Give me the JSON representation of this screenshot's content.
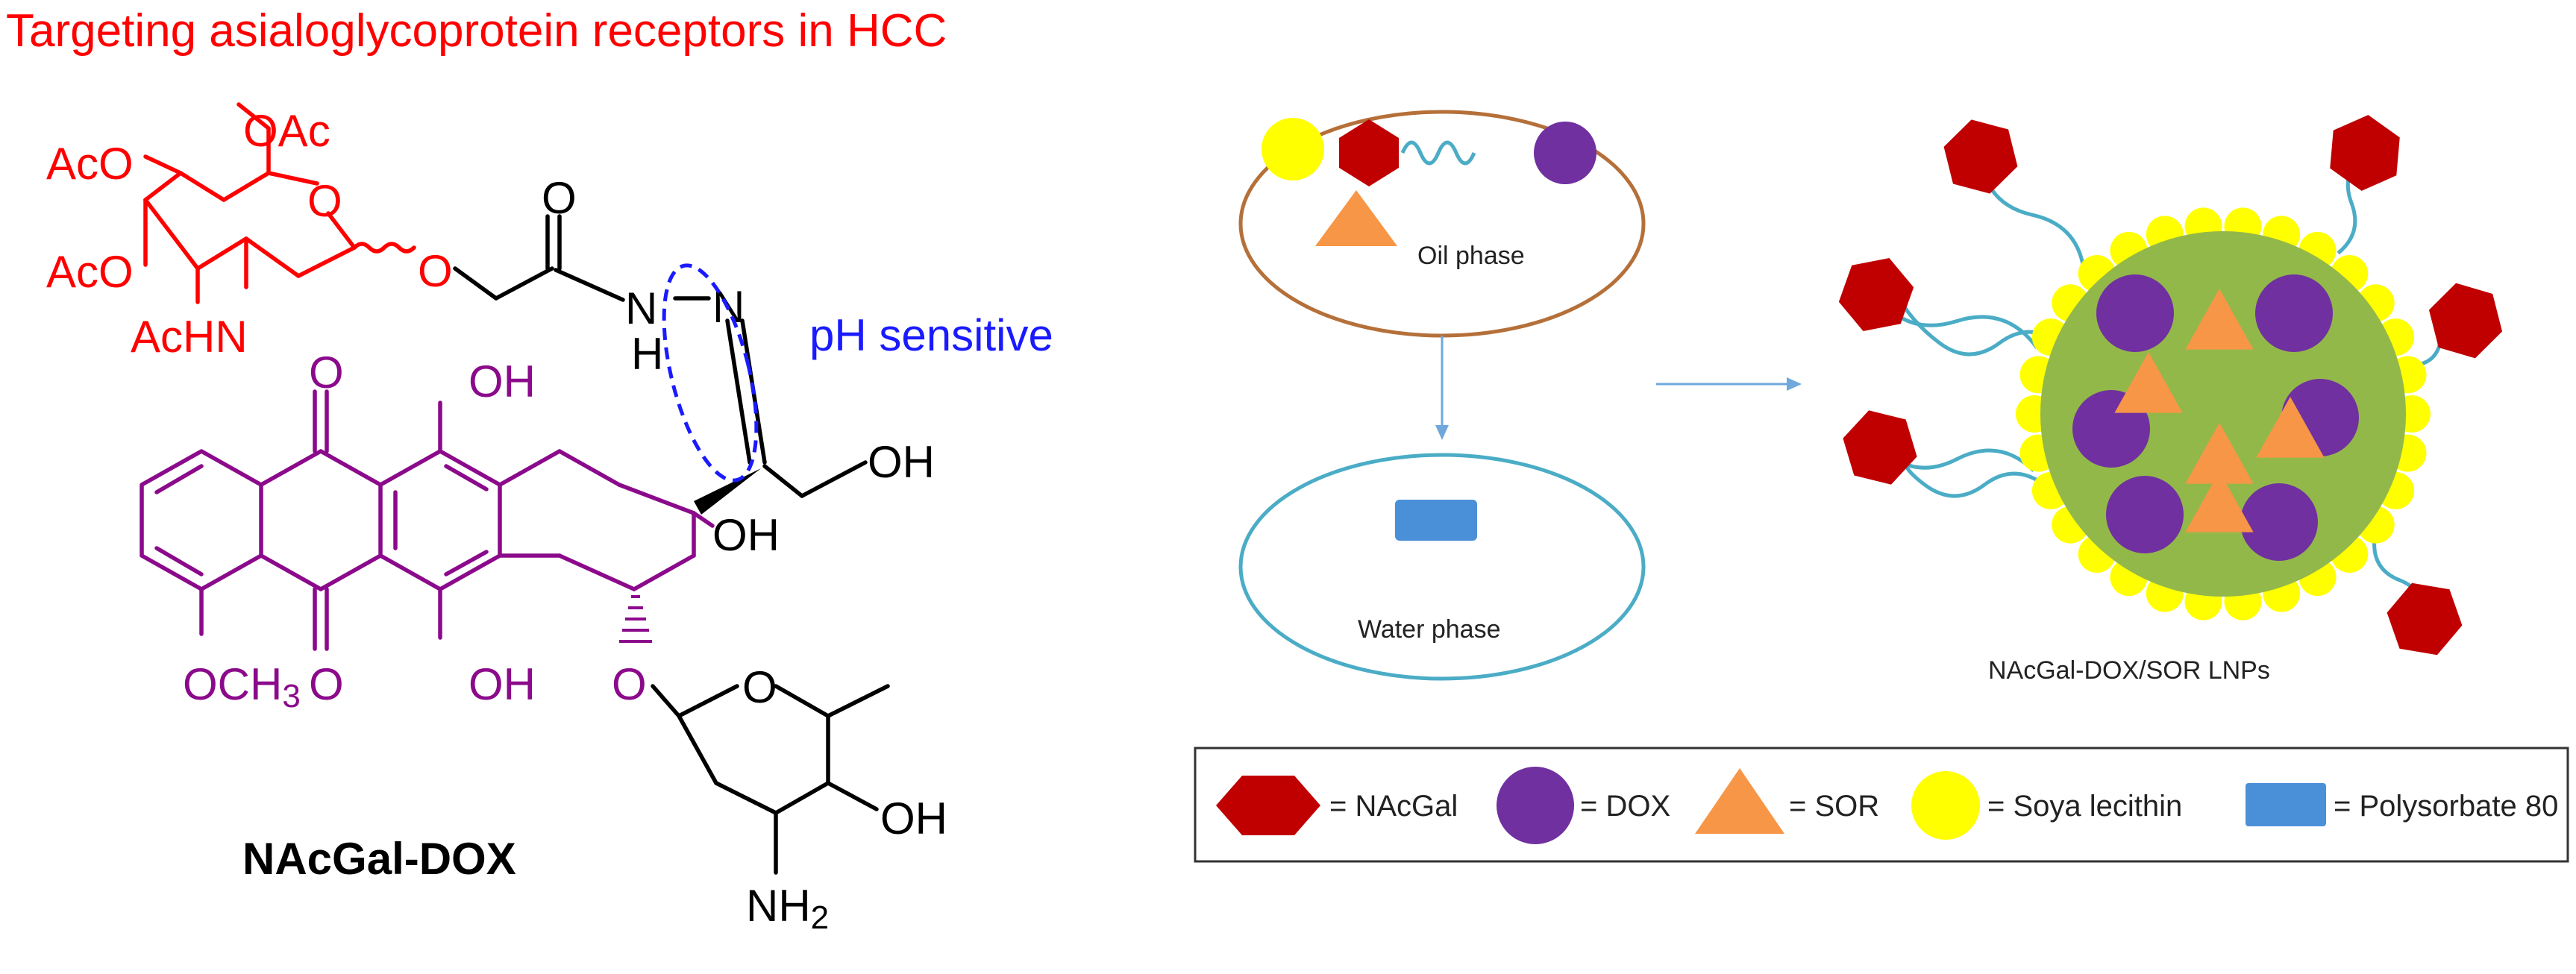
{
  "title": "Targeting asialoglycoprotein receptors in HCC",
  "ph_label": "pH sensitive",
  "compound_name": "NAcGal-DOX",
  "structure": {
    "sugar": {
      "oac": "OAc",
      "aco_top": "AcO",
      "aco_mid": "AcO",
      "achn": "AcHN",
      "ring_o": "O",
      "glyco_o": "O"
    },
    "linker": {
      "carbonyl_o": "O",
      "nh_n": "N",
      "nh_h": "H",
      "n2": "N",
      "oh": "OH"
    },
    "dox": {
      "q_o_top": "O",
      "q_o_bot": "O",
      "oh_top": "OH",
      "oh_bot": "OH",
      "och3": "OCH",
      "och3_sub": "3",
      "oh_tert": "OH",
      "glyco_o": "O"
    },
    "daunosamine": {
      "ring_o": "O",
      "oh": "OH",
      "nh2": "NH",
      "nh2_sub": "2"
    }
  },
  "process": {
    "oil_phase": "Oil phase",
    "water_phase": "Water phase",
    "product": "NAcGal-DOX/SOR LNPs"
  },
  "legend": [
    {
      "shape": "hexagon",
      "label": "= NAcGal"
    },
    {
      "shape": "circle",
      "label": "= DOX"
    },
    {
      "shape": "triangle",
      "label": "= SOR"
    },
    {
      "shape": "small-circle",
      "label": "= Soya lecithin"
    },
    {
      "shape": "rectangle",
      "label": "= Polysorbate 80"
    }
  ],
  "colors": {
    "title": "#ff0000",
    "sugar": "#ff0000",
    "linker": "#000000",
    "dox": "#8b0a8b",
    "ph": "#1a1aff",
    "nacgal": "#c00000",
    "dox_circle": "#7030a0",
    "sor": "#f79646",
    "lecithin": "#ffff00",
    "polysorbate": "#4a90d9",
    "core": "#93b84a",
    "peg": "#4bacc6",
    "oil_ellipse": "#b5703a",
    "water_ellipse": "#4bacc6",
    "arrow": "#6fa8dc"
  }
}
